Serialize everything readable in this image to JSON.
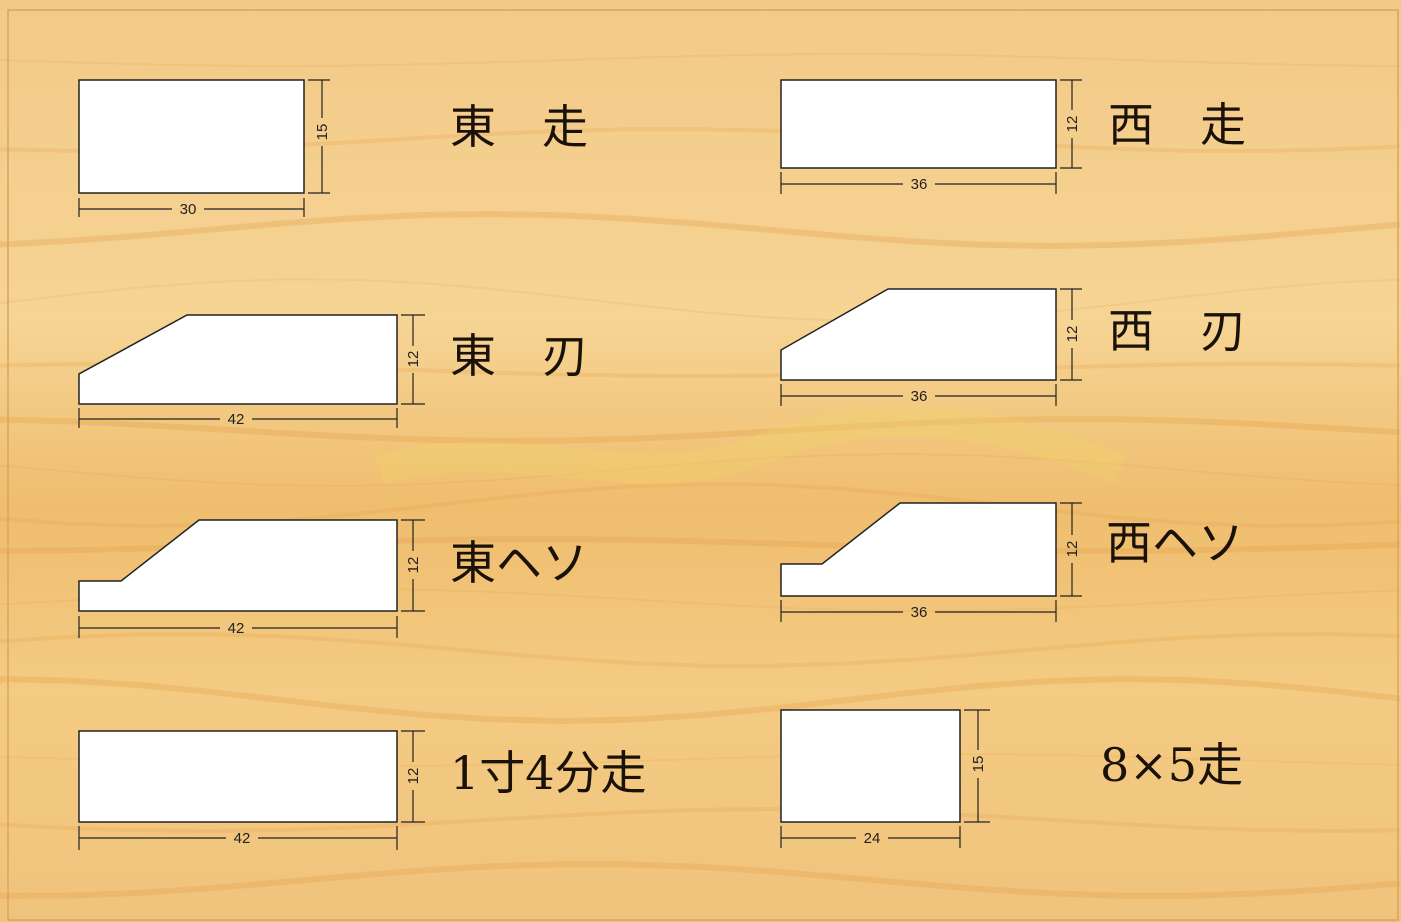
{
  "colors": {
    "wood_light": "#f5cf8a",
    "wood_mid": "#eeb767",
    "wood_dark": "#dd9a43",
    "shape_fill": "#ffffff",
    "line": "#222222"
  },
  "profiles": [
    {
      "id": "higashi-hashiri",
      "name": "東　走",
      "width_label": "30",
      "height_label": "15"
    },
    {
      "id": "nishi-hashiri",
      "name": "西　走",
      "width_label": "36",
      "height_label": "12"
    },
    {
      "id": "higashi-ha",
      "name": "東　刃",
      "width_label": "42",
      "height_label": "12"
    },
    {
      "id": "nishi-ha",
      "name": "西　刃",
      "width_label": "36",
      "height_label": "12"
    },
    {
      "id": "higashi-heso",
      "name": "東ヘソ",
      "width_label": "42",
      "height_label": "12"
    },
    {
      "id": "nishi-heso",
      "name": "西ヘソ",
      "width_label": "36",
      "height_label": "12"
    },
    {
      "id": "issun-yonbu-hashiri",
      "name": "1寸4分走",
      "width_label": "42",
      "height_label": "12"
    },
    {
      "id": "hachi-go-hashiri",
      "name": "8×5走",
      "width_label": "24",
      "height_label": "15"
    }
  ]
}
